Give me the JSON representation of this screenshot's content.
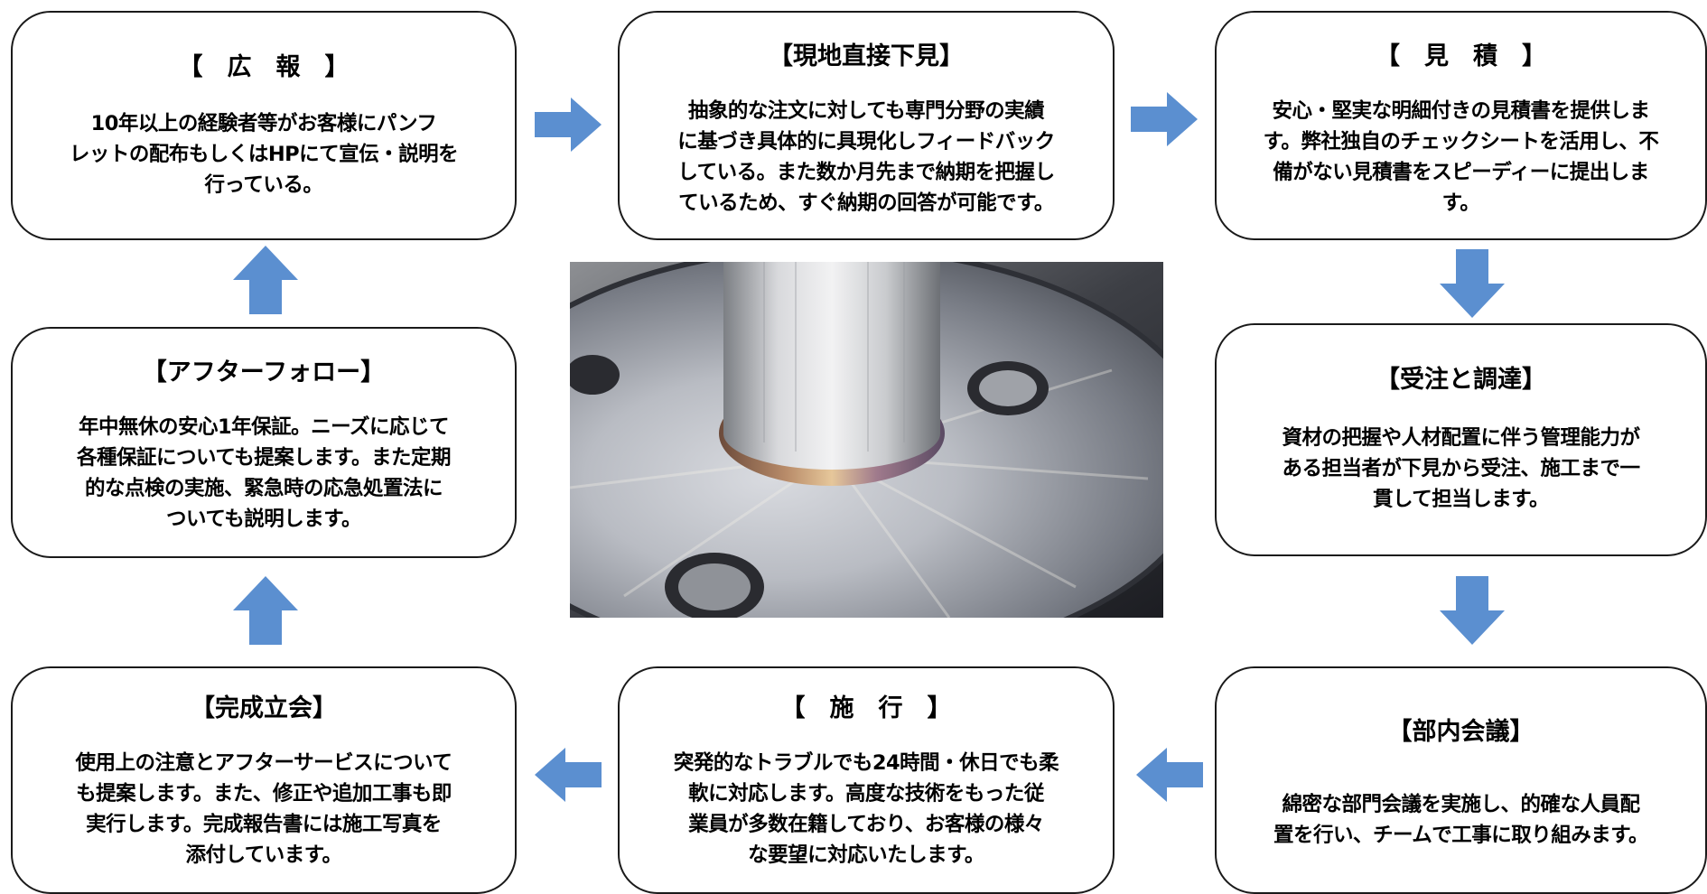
{
  "colors": {
    "arrow": "#5b8fd0",
    "border": "#1a1a1a",
    "background": "#ffffff"
  },
  "steps": [
    {
      "title": "【　広　報　】",
      "body": "10年以上の経験者等がお客様にパンフ\nレットの配布もしくはHPにて宣伝・説明を\n行っている。"
    },
    {
      "title": "【現地直接下見】",
      "body": "抽象的な注文に対しても専門分野の実績\nに基づき具体的に具現化しフィードバック\nしている。また数か月先まで納期を把握し\nているため、すぐ納期の回答が可能です。"
    },
    {
      "title": "【　見　積　】",
      "body": "安心・堅実な明細付きの見積書を提供しま\nす。弊社独自のチェックシートを活用し、不\n備がない見積書をスピーディーに提出しま\nす。"
    },
    {
      "title": "【受注と調達】",
      "body": "資材の把握や人材配置に伴う管理能力が\nある担当者が下見から受注、施工まで一\n貫して担当します。"
    },
    {
      "title": "【部内会議】",
      "body": "綿密な部門会議を実施し、的確な人員配\n置を行い、チームで工事に取り組みます。"
    },
    {
      "title": "【　施　行　】",
      "body": "突発的なトラブルでも24時間・休日でも柔\n軟に対応します。高度な技術をもった従\n業員が多数在籍しており、お客様の様々\nな要望に対応いたします。"
    },
    {
      "title": "【完成立会】",
      "body": "使用上の注意とアフターサービスについて\nも提案します。また、修正や追加工事も即\n実行します。完成報告書には施工写真を\n添付しています。"
    },
    {
      "title": "【アフターフォロー】",
      "body": "年中無休の安心1年保証。ニーズに応じて\n各種保証についても提案します。また定期\n的な点検の実施、緊急時の応急処置法に\nついても説明します。"
    }
  ],
  "photo": {
    "subject": "welded-pipe-flange-photo"
  }
}
